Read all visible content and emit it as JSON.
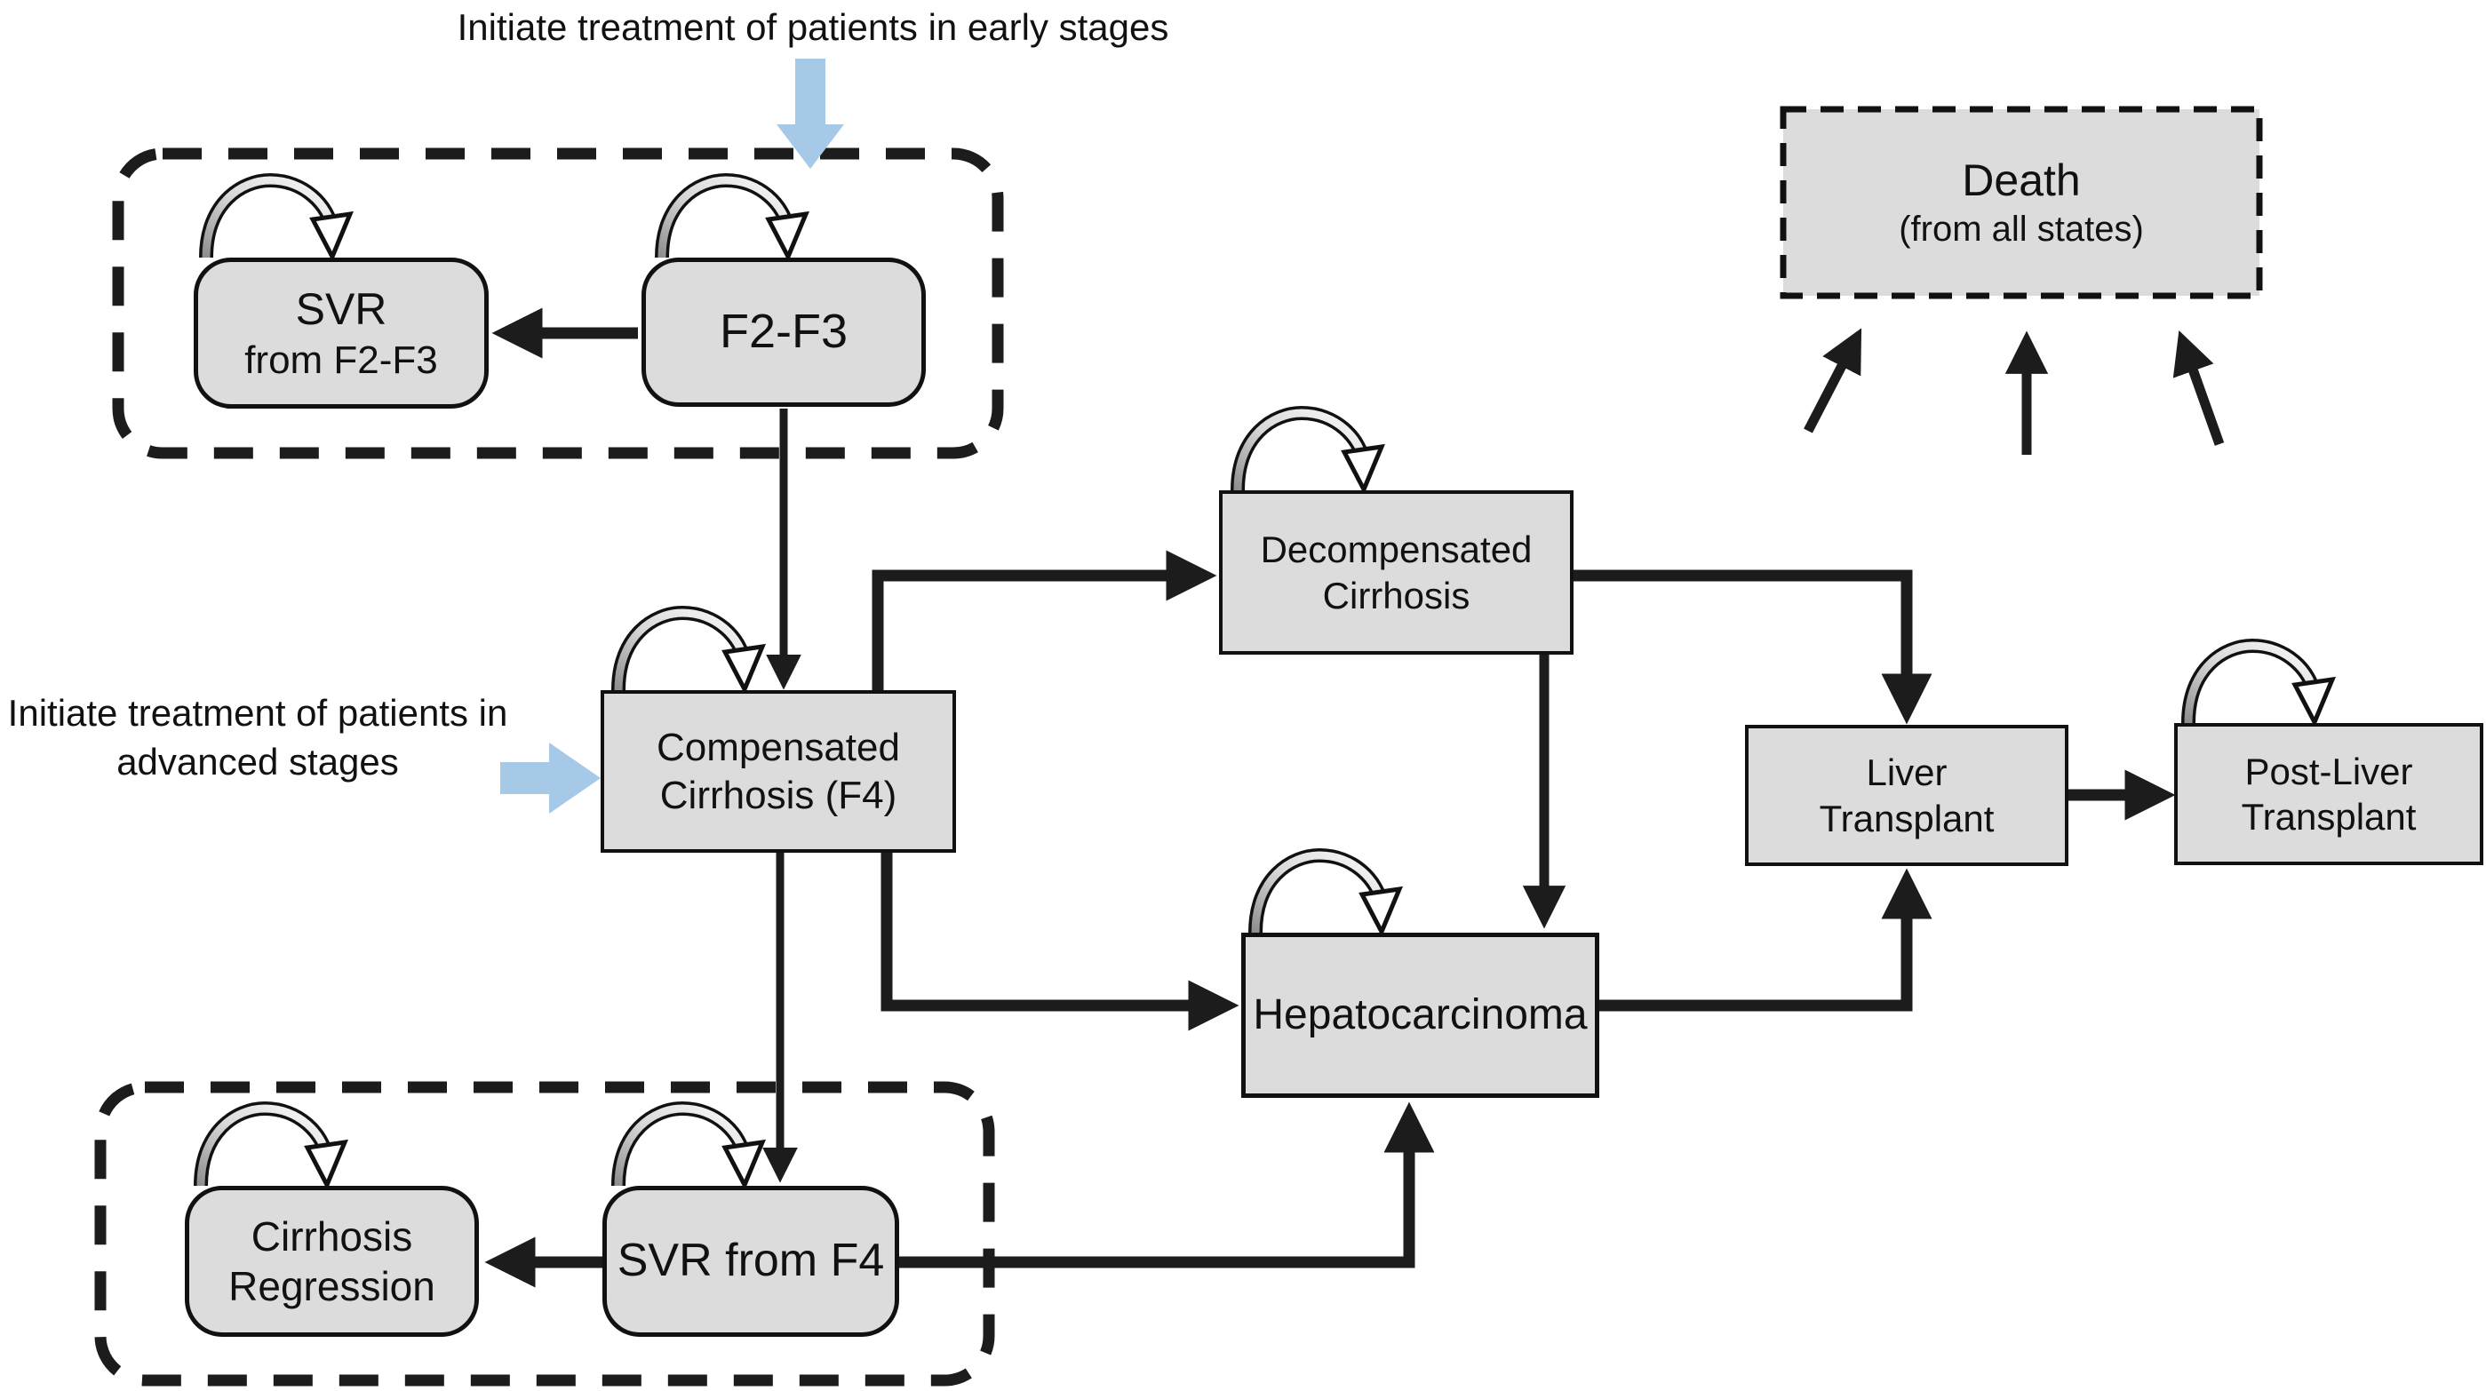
{
  "annotations": {
    "early_label": "Initiate treatment of patients in early stages",
    "advanced_line1": "Initiate treatment of patients in",
    "advanced_line2": "advanced stages"
  },
  "states": {
    "svr_f23": {
      "line1": "SVR",
      "line2": "from F2-F3"
    },
    "f23": {
      "label": "F2-F3"
    },
    "compensated": {
      "line1": "Compensated",
      "line2": "Cirrhosis (F4)"
    },
    "decompensated": {
      "line1": "Decompensated",
      "line2": "Cirrhosis"
    },
    "hepatocarcinoma": {
      "label": "Hepatocarcinoma"
    },
    "liver_transplant": {
      "line1": "Liver",
      "line2": "Transplant"
    },
    "post_liver_transplant": {
      "line1": "Post-Liver",
      "line2": "Transplant"
    },
    "cirrhosis_regression": {
      "line1": "Cirrhosis",
      "line2": "Regression"
    },
    "svr_f4": {
      "label": "SVR from F4"
    },
    "death": {
      "line1": "Death",
      "line2": "(from all states)"
    }
  },
  "icons": {
    "self_loop": "self-transition recurrence arrow",
    "blue_arrow": "treatment entry arrow",
    "black_arrow": "state transition arrow"
  },
  "colors": {
    "box_fill": "#dcdcdc",
    "box_border": "#111111",
    "line": "#1c1c1c",
    "blue_arrow": "#a6c9e8",
    "background": "#ffffff"
  }
}
